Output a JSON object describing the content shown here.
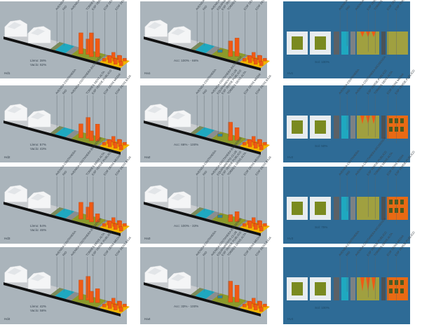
{
  "colors": {
    "gray_panel": "#aab4bb",
    "blue_panel": "#2e6b96",
    "river": "#1fa8c0",
    "green": "#8c9a2a",
    "orange": "#f05a14",
    "yellow": "#f0b400"
  },
  "labels_density": [
    "AVENIDA COSTANERA",
    "RIO",
    "AVENIDA COSTANERA BICISENDA",
    "TORRES DENS ALTA",
    "ESP VERDE PUBLICO",
    "EDIF DENS MEDIA",
    "EDIF DENS BAJA"
  ],
  "labels_access": [
    "AVENIDA COSTANERA",
    "RIO",
    "AVENIDA COSTANERA BICISENDA",
    "EQUIPAMIENTO CLUB",
    "ESP VERDE PUBLICO",
    "TORRES DENS ALTA",
    "EDIF DENS MEDIA",
    "EDIF DENS BAJA"
  ],
  "labels_sun": [
    "AVENIDA COSTANERA",
    "RIO",
    "AVENIDA COSTANERA BICISENDA",
    "ESP VERDE PUBLICO",
    "TORRES DENS ALTA",
    "EDIF DENS MEDIA",
    "ESP VERDE PUBLICO"
  ],
  "rows": [
    {
      "hd": {
        "id": "Hd1",
        "l1": "Lleno: 38%",
        "l2": "Vacío: 62%"
      },
      "ha": {
        "id": "Ha1",
        "l1": "Acc: 100% - 66%"
      },
      "hv": {
        "id": "Hv1",
        "l1": "Sol: 100%"
      }
    },
    {
      "hd": {
        "id": "Hd2",
        "l1": "Lleno: 57%",
        "l2": "Vacío: 43%"
      },
      "ha": {
        "id": "Ha2",
        "l1": "Acc: 66% - 100%"
      },
      "hv": {
        "id": "Hv2",
        "l1": "Sol: 50%"
      }
    },
    {
      "hd": {
        "id": "Hd3",
        "l1": "Lleno: 54%",
        "l2": "Vacío: 46%"
      },
      "ha": {
        "id": "Ha3",
        "l1": "Acc: 100% - 33%"
      },
      "hv": {
        "id": "Hv3",
        "l1": "Sol: 75%"
      }
    },
    {
      "hd": {
        "id": "Hd4",
        "l1": "Lleno: 42%",
        "l2": "Vacío: 58%"
      },
      "ha": {
        "id": "Ha4",
        "l1": "Acc: 33% - 100%"
      },
      "hv": {
        "id": "Hv4",
        "l1": "Sol: 100%"
      }
    }
  ]
}
